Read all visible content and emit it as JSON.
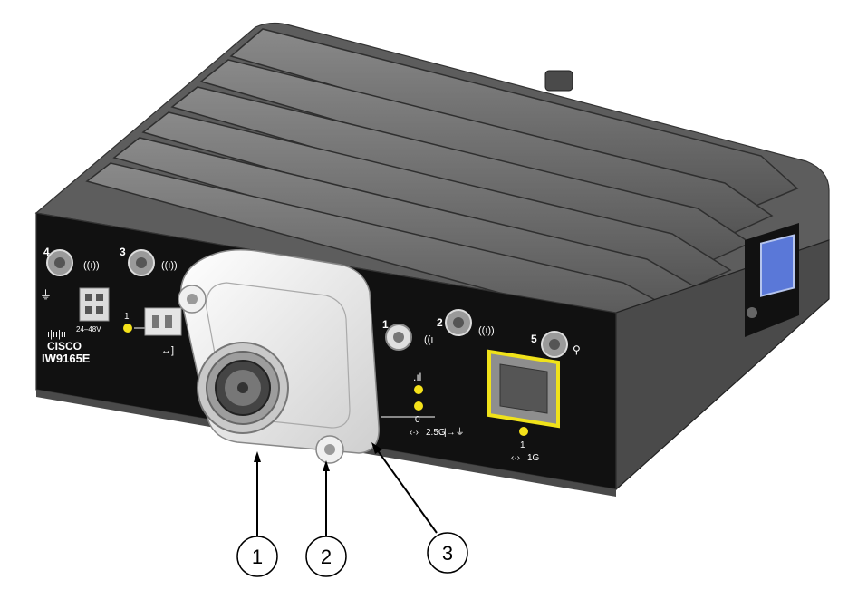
{
  "device": {
    "brand": "CISCO",
    "model": "IW9165E",
    "power_label": "24–48V"
  },
  "ports": {
    "antenna_4": "4",
    "antenna_3": "3",
    "antenna_1": "1",
    "antenna_2": "2",
    "antenna_5": "5",
    "led_1_label": "1",
    "led_0_label": "0",
    "speed_2_5g": "2.5G",
    "eth_port_label": "1",
    "speed_1g": "1G"
  },
  "callouts": [
    {
      "number": "1"
    },
    {
      "number": "2"
    },
    {
      "number": "3"
    }
  ],
  "colors": {
    "body": "#5d5d5d",
    "body_dark": "#3e3e3e",
    "panel": "#111111",
    "connector_plate": "#e9e9e9",
    "led": "#f5e21a",
    "port_frame": "#f0e21a",
    "side_port": "#5a78d8"
  }
}
